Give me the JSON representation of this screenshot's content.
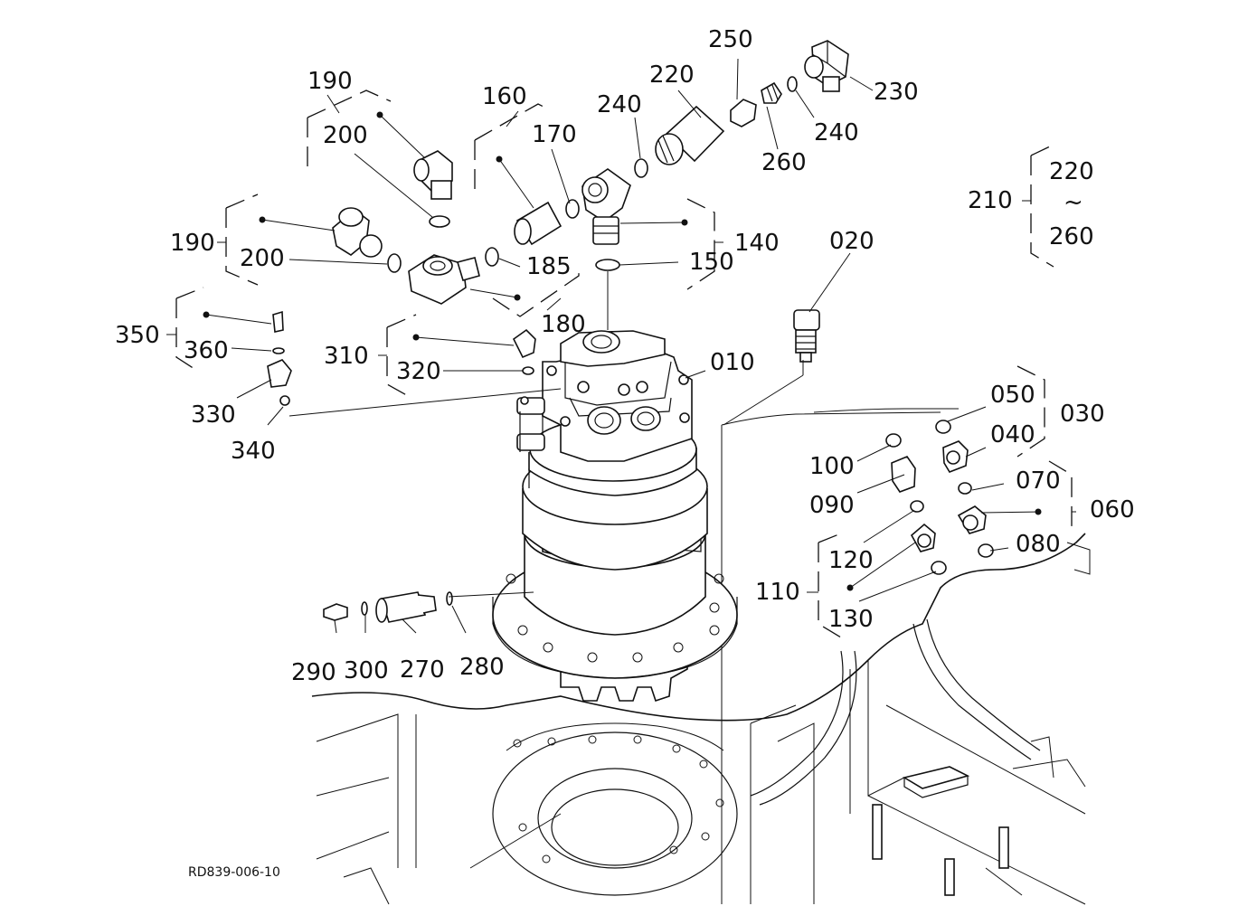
{
  "drawing_ref": "RD839-006-10",
  "callouts": {
    "c010": "010",
    "c020": "020",
    "c030": "030",
    "c040": "040",
    "c050": "050",
    "c060": "060",
    "c070": "070",
    "c080": "080",
    "c090": "090",
    "c100": "100",
    "c110": "110",
    "c120": "120",
    "c130": "130",
    "c140": "140",
    "c150": "150",
    "c160": "160",
    "c170": "170",
    "c180": "180",
    "c185": "185",
    "c190a": "190",
    "c190b": "190",
    "c200a": "200",
    "c200b": "200",
    "c210": "210",
    "c220a": "220",
    "c220b": "220",
    "c230": "230",
    "c240a": "240",
    "c240b": "240",
    "c250": "250",
    "c260a": "260",
    "c260b": "260",
    "c270": "270",
    "c280": "280",
    "c290": "290",
    "c300": "300",
    "c310": "310",
    "c320": "320",
    "c330": "330",
    "c340": "340",
    "c350": "350",
    "c360": "360"
  },
  "range_mark": "~"
}
